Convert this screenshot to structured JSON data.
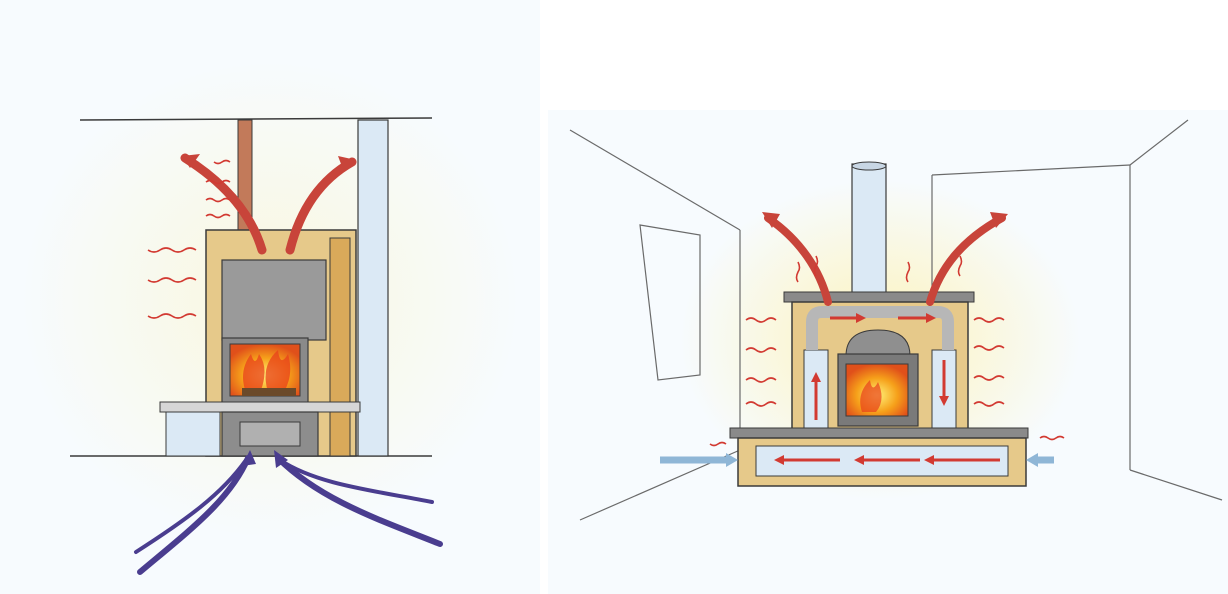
{
  "diagram": {
    "panels": [
      {
        "id": "side-view",
        "description_visible_text": ""
      },
      {
        "id": "front-view",
        "description_visible_text": ""
      }
    ],
    "colors": {
      "hot_air_arrow": "#c8443a",
      "radiant_heat_arrow": "#d23a32",
      "cold_air_arrow": "#4a3d8f",
      "fresh_air_arrow": "#8fb6d6",
      "stove_wood": "#c8a15c",
      "stove_metal": "#9a9a9a",
      "fire": "#f2a11f",
      "glow": "#fdf3b8",
      "wall_blue": "#dbe9f5",
      "pencil": "#3a3a3a"
    },
    "icons": [
      "fire-icon",
      "hot-air-arrow",
      "cold-air-arrow",
      "radiant-heat-squiggle",
      "fresh-air-arrow"
    ]
  }
}
